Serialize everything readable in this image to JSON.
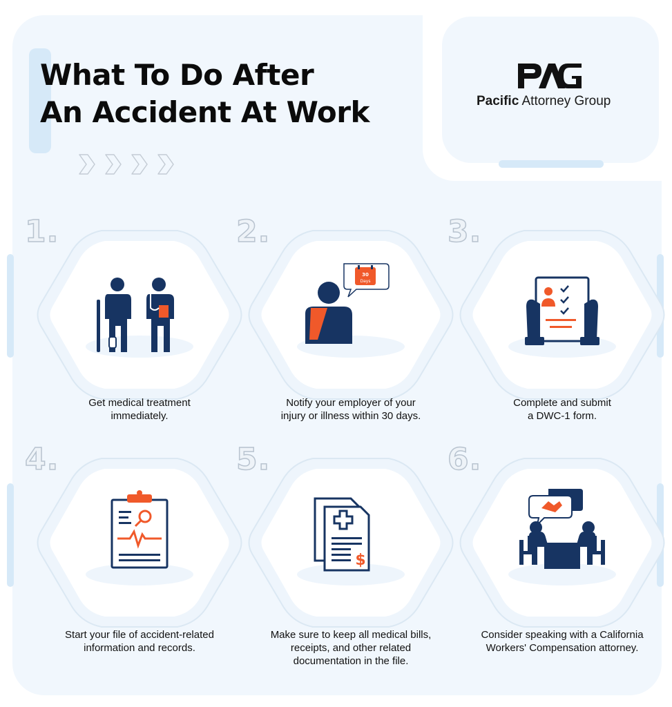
{
  "title": {
    "line1": "What To Do After",
    "line2": "An Accident At Work"
  },
  "logo": {
    "mark": "PAG",
    "name_bold": "Pacific",
    "name_rest": " Attorney Group"
  },
  "steps": [
    {
      "number": "1.",
      "caption_line1": "Get medical treatment",
      "caption_line2": "immediately.",
      "caption_line3": "",
      "icon": "doctor-and-patient-icon"
    },
    {
      "number": "2.",
      "caption_line1": "Notify your employer of your",
      "caption_line2": "injury or illness within 30 days.",
      "caption_line3": "",
      "icon": "injured-worker-calendar-icon",
      "calendar_text": "30",
      "calendar_sub": "Days"
    },
    {
      "number": "3.",
      "caption_line1": "Complete and submit",
      "caption_line2": "a DWC-1 form.",
      "caption_line3": "",
      "icon": "form-document-icon"
    },
    {
      "number": "4.",
      "caption_line1": "Start your file of accident-related",
      "caption_line2": "information and records.",
      "caption_line3": "",
      "icon": "clipboard-records-icon"
    },
    {
      "number": "5.",
      "caption_line1": "Make sure to keep all medical bills,",
      "caption_line2": "receipts, and other related",
      "caption_line3": "documentation in the file.",
      "icon": "medical-bills-icon"
    },
    {
      "number": "6.",
      "caption_line1": "Consider speaking with a California",
      "caption_line2": "Workers' Compensation attorney.",
      "caption_line3": "",
      "icon": "consultation-meeting-icon"
    }
  ],
  "colors": {
    "navy": "#173462",
    "orange": "#f0592a",
    "panel": "#f1f7fd",
    "accent_light": "#d6e9f8"
  }
}
